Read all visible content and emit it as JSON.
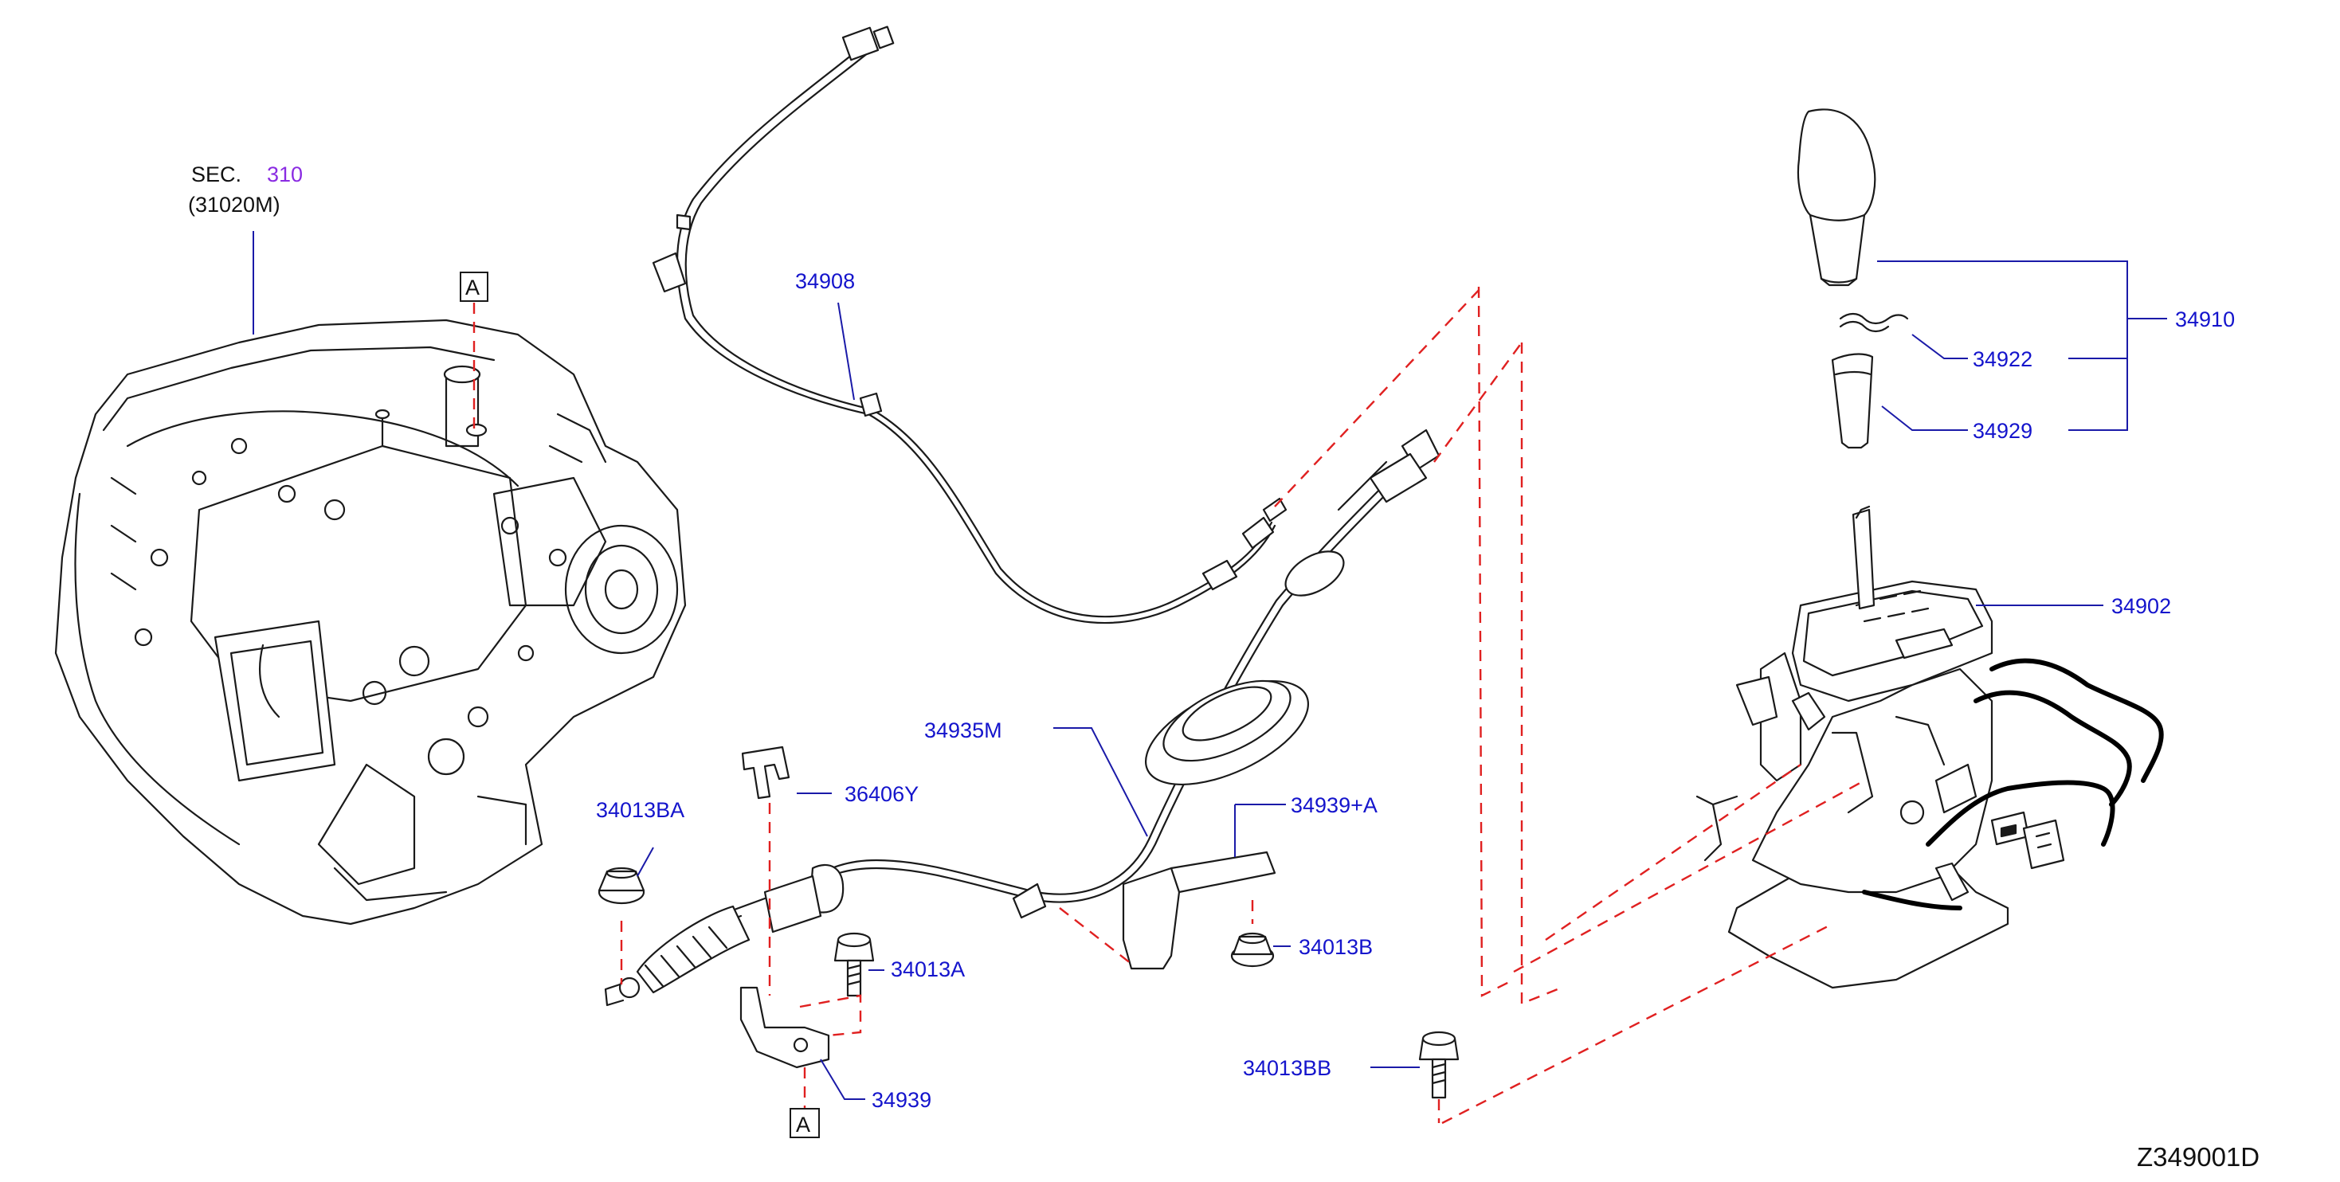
{
  "diagram": {
    "code": "Z349001D",
    "section": {
      "prefix": "SEC.",
      "number": "310",
      "part": "(31020M)"
    },
    "ref_marker": "A",
    "callouts": {
      "p34908": "34908",
      "p34935M": "34935M",
      "p36406Y": "36406Y",
      "p34013BA": "34013BA",
      "p34013A": "34013A",
      "p34013B": "34013B",
      "p34013BB": "34013BB",
      "p34939A": "34939+A",
      "p34939": "34939",
      "p34910": "34910",
      "p34922": "34922",
      "p34929": "34929",
      "p34902": "34902"
    },
    "colors": {
      "callout": "#1414cc",
      "section_number": "#8a2be2",
      "dashed_guide": "#e02020",
      "artwork": "#1a1a1a"
    }
  }
}
